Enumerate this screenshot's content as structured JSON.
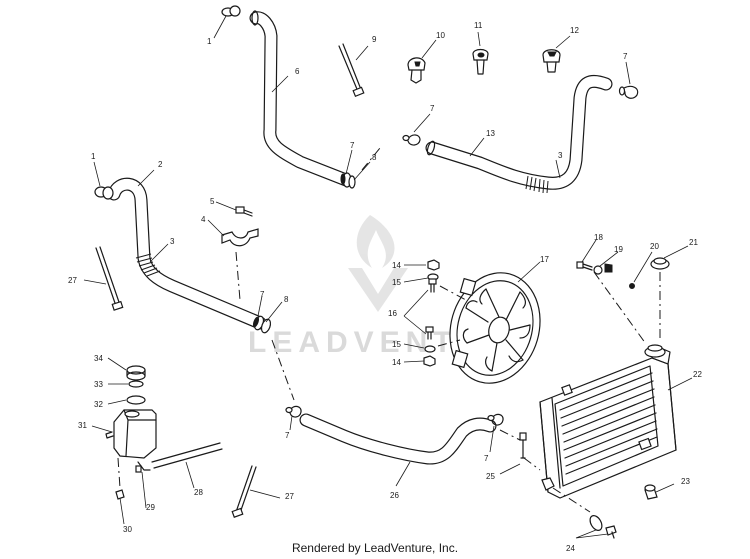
{
  "callouts": {
    "c1a": "1",
    "c1b": "1",
    "c2": "2",
    "c3a": "3",
    "c3b": "3",
    "c4": "4",
    "c5": "5",
    "c6": "6",
    "c7a": "7",
    "c7b": "7",
    "c7c": "7",
    "c7d": "7",
    "c7e": "7",
    "c7f": "7",
    "c8a": "8",
    "c8b": "8",
    "c9": "9",
    "c10": "10",
    "c11": "11",
    "c12": "12",
    "c13": "13",
    "c14a": "14",
    "c14b": "14",
    "c15a": "15",
    "c15b": "15",
    "c16": "16",
    "c17": "17",
    "c18": "18",
    "c19": "19",
    "c20": "20",
    "c21": "21",
    "c22": "22",
    "c23": "23",
    "c24": "24",
    "c25": "25",
    "c26": "26",
    "c27a": "27",
    "c27b": "27",
    "c28": "28",
    "c29": "29",
    "c30": "30",
    "c31": "31",
    "c32": "32",
    "c33": "33",
    "c34": "34"
  },
  "watermark": {
    "text": "LEADVENTURE"
  },
  "footer": {
    "text": "Rendered by LeadVenture, Inc."
  },
  "colors": {
    "line": "#1a1a1a",
    "background": "#ffffff",
    "watermark": "#d4d4d4"
  }
}
